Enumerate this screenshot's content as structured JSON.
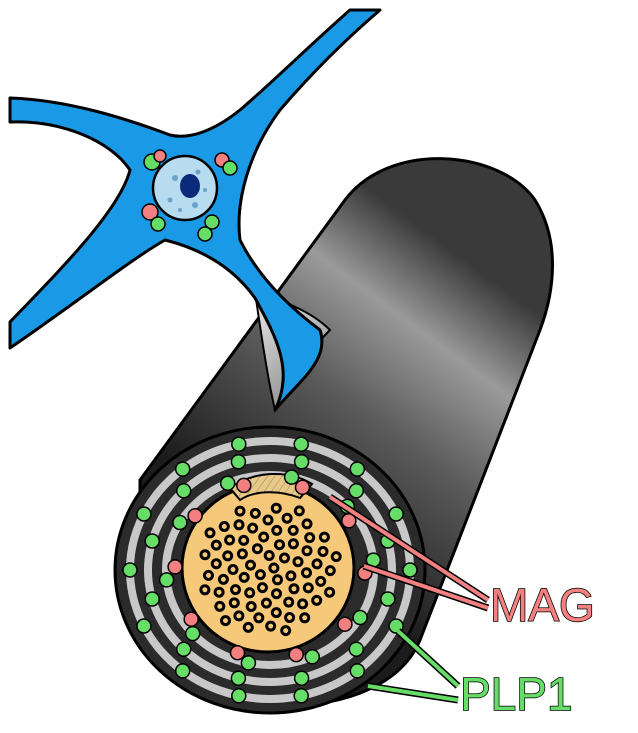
{
  "labels": {
    "mag": "MAG",
    "plp1": "PLP1"
  },
  "colors": {
    "cell_body": "#1a9ae6",
    "nucleus": "#b8dcef",
    "nucleolus": "#0b2a7a",
    "myelin_dark": "#2b2b2b",
    "myelin_light": "#c8c8c8",
    "axon": "#f6c879",
    "mag_color": "#f28080",
    "plp1_color": "#66dd66",
    "outline": "#000000"
  },
  "icons": {
    "oligodendrocyte": "oligodendrocyte-cell",
    "myelin_sheath": "myelinated-axon",
    "mag_protein": "mag-dot",
    "plp1_protein": "plp1-dot"
  }
}
